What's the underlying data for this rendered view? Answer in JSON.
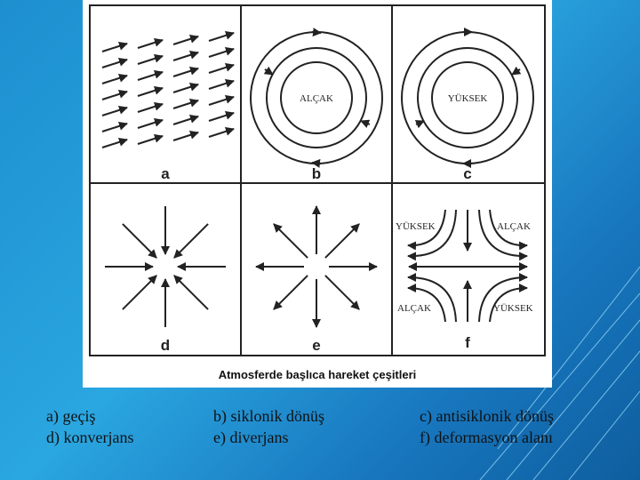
{
  "panels": [
    {
      "letter": "a",
      "label_in_panel": ""
    },
    {
      "letter": "b",
      "label_in_panel": "ALÇAK"
    },
    {
      "letter": "c",
      "label_in_panel": "YÜKSEK"
    },
    {
      "letter": "d",
      "label_in_panel": ""
    },
    {
      "letter": "e",
      "label_in_panel": ""
    },
    {
      "letter": "f",
      "labels_in_panel": [
        "YÜKSEK",
        "ALÇAK",
        "ALÇAK",
        "YÜKSEK"
      ]
    }
  ],
  "caption": "Atmosferde başlıca hareket çeşitleri",
  "legend": {
    "col1": [
      "a) geçiş",
      "d) konverjans"
    ],
    "col2": [
      "b) siklonik dönüş",
      "e) diverjans"
    ],
    "col3": [
      "c) antisiklonik dönüş",
      "f) deformasyon alanı"
    ]
  },
  "colors": {
    "background": "#1d8fd0",
    "figure_bg": "#ffffff",
    "ink": "#222222"
  }
}
